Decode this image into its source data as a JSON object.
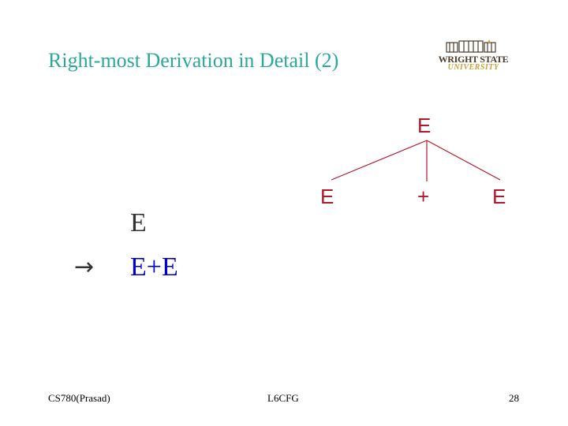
{
  "slide": {
    "title": "Right-most Derivation in Detail (2)",
    "logo": {
      "line1": "WRIGHT STATE",
      "line2": "UNIVERSITY"
    },
    "tree": {
      "root": "E",
      "children": [
        "E",
        "+",
        "E"
      ]
    },
    "derivation": {
      "line1": "E",
      "arrow": "→",
      "line2": "E+E"
    },
    "footer": {
      "left": "CS780(Prasad)",
      "center": "L6CFG",
      "right": "28"
    },
    "colors": {
      "title": "#2aa89a",
      "tree": "#b2182b",
      "derivation_step": "#0000cc",
      "text": "#333333"
    }
  }
}
